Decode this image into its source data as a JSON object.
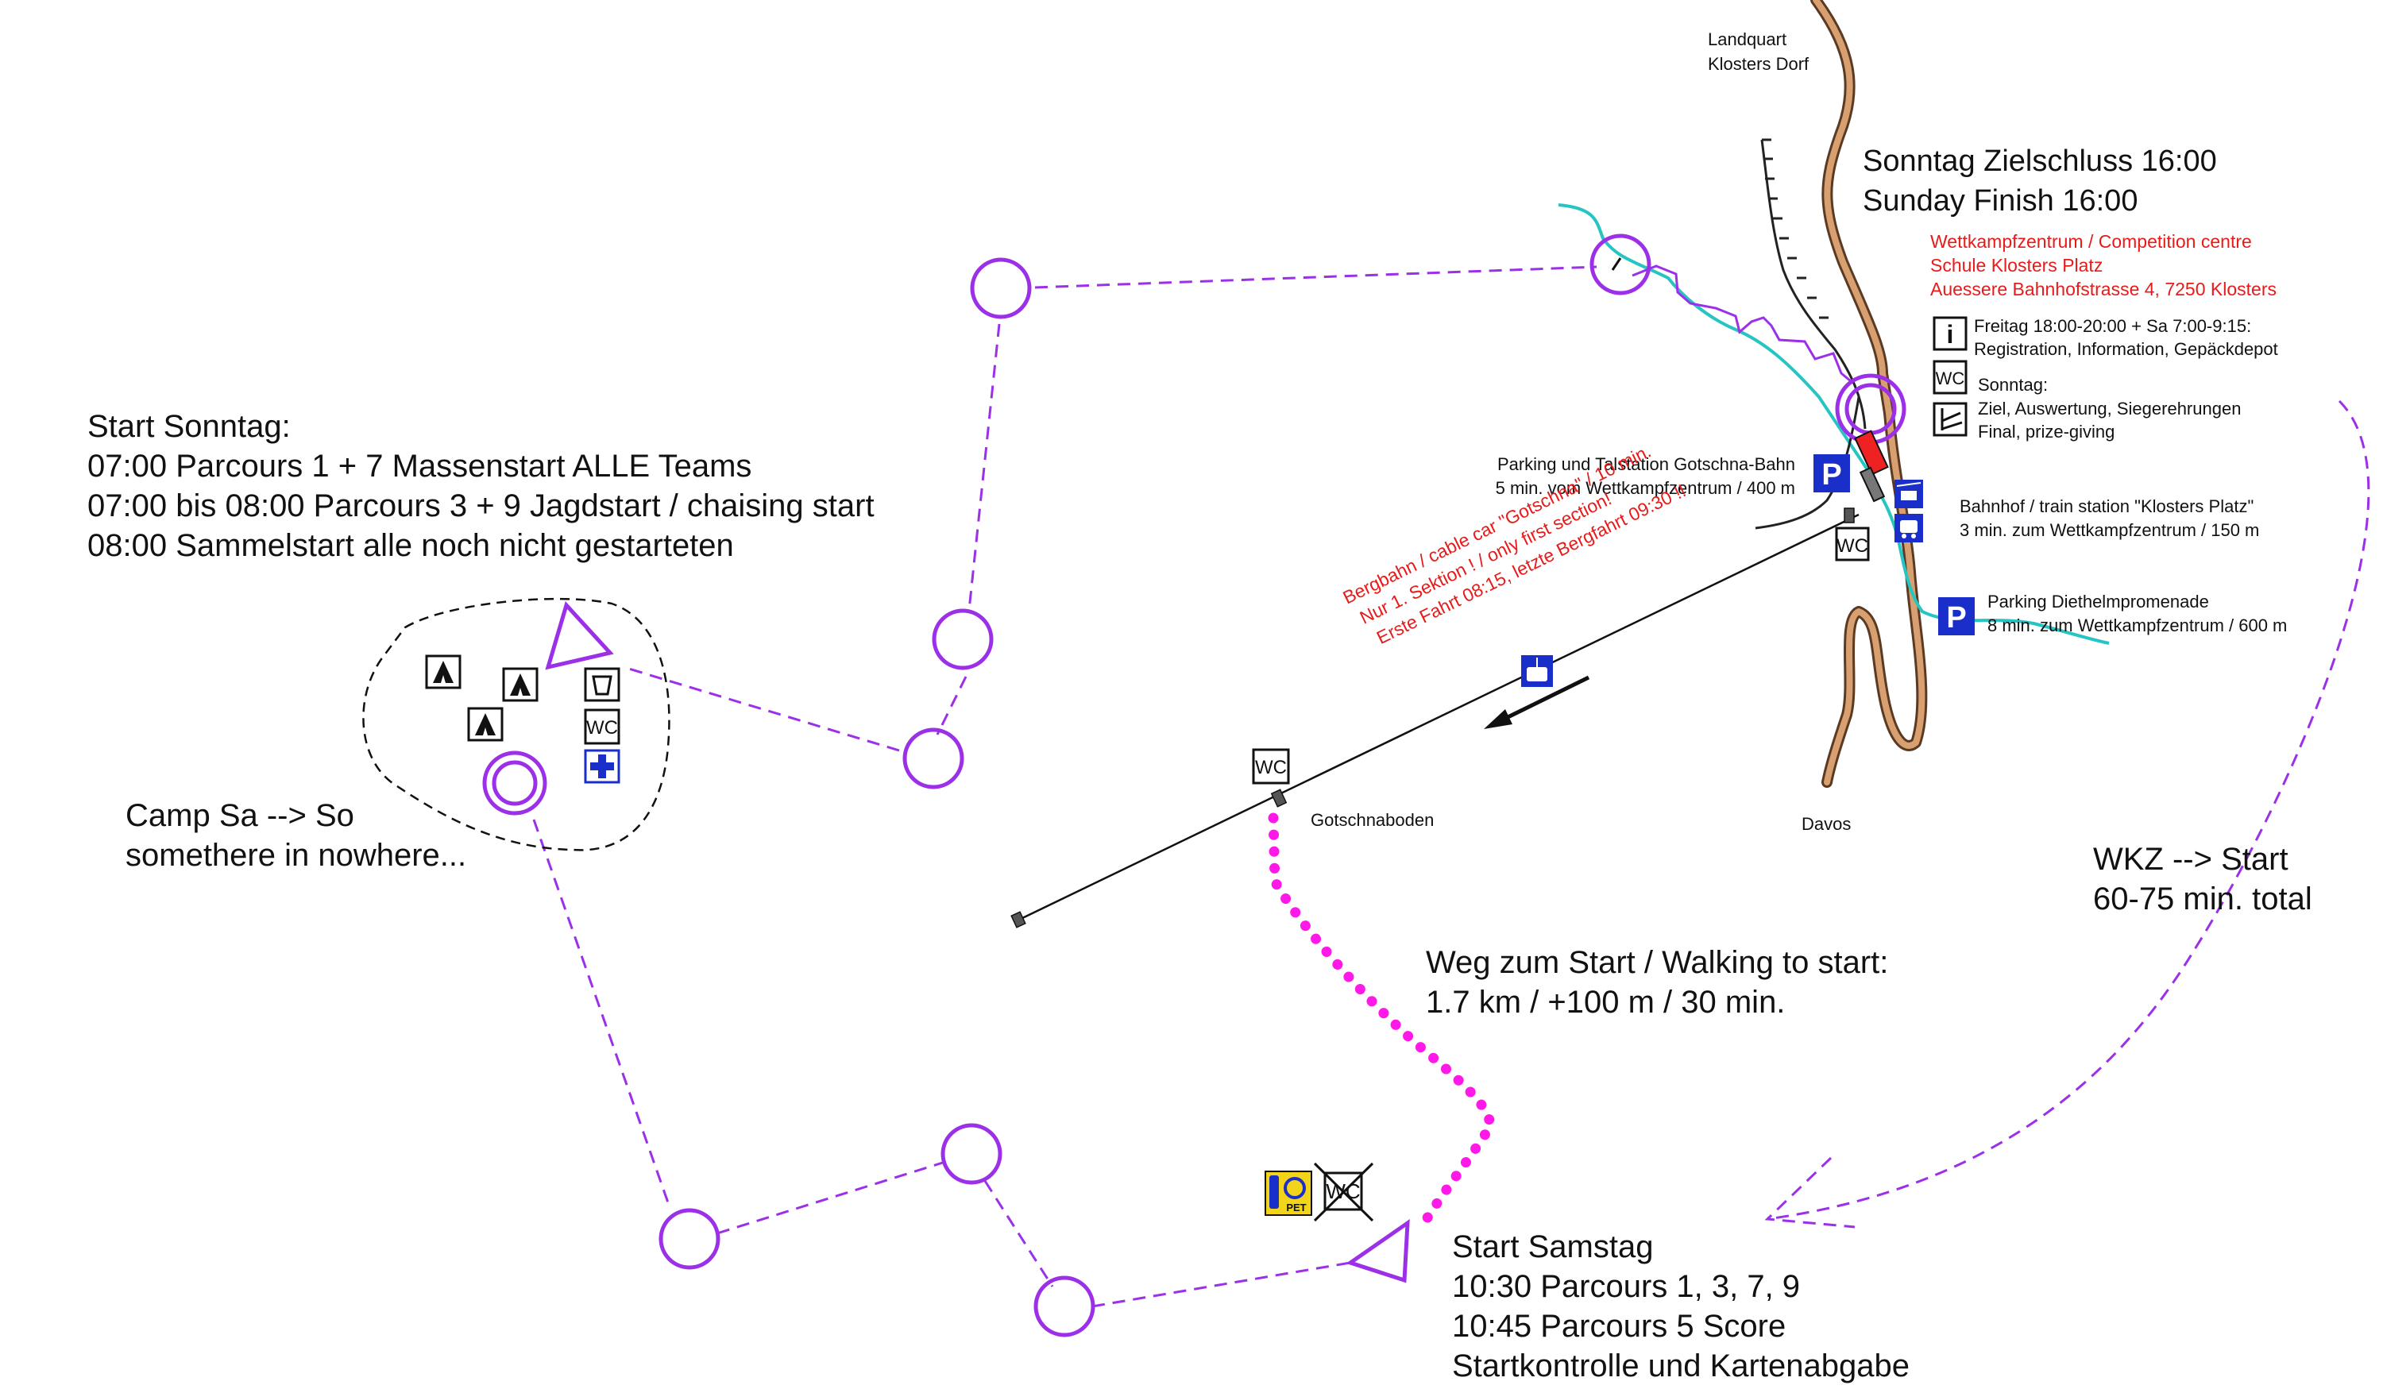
{
  "colors": {
    "course": "#9b30e8",
    "walk_path": "#ff19e8",
    "river": "#27c4c4",
    "road": "#c8875a",
    "notice": "#e81b1b",
    "parking_blue": "#1a2fc9"
  },
  "places": {
    "north": [
      "Landquart",
      "Klosters Dorf"
    ],
    "south": "Davos",
    "gotschnaboden": "Gotschnaboden"
  },
  "finish": {
    "line1": "Sonntag Zielschluss 16:00",
    "line2": "Sunday Finish 16:00"
  },
  "centre": {
    "lines": [
      "Wettkampfzentrum / Competition centre",
      "Schule Klosters Platz",
      "Auessere Bahnhofstrasse 4, 7250 Klosters"
    ]
  },
  "info_block": {
    "friday": [
      "Freitag 18:00-20:00 + Sa 7:00-9:15:",
      "Registration, Information, Gepäckdepot"
    ],
    "sunday": [
      "Sonntag:",
      "Ziel, Auswertung, Siegerehrungen",
      "Final, prize-giving"
    ]
  },
  "parking_gotschna": [
    "Parking und Talstation Gotschna-Bahn",
    "5 min. vom Wettkampfzentrum / 400 m"
  ],
  "station": [
    "Bahnhof / train station \"Klosters Platz\"",
    "3 min. zum Wettkampfzentrum / 150 m"
  ],
  "parking_diethelm": [
    "Parking Diethelmpromenade",
    "8 min. zum Wettkampfzentrum / 600 m"
  ],
  "cable_car": [
    "Bergbahn / cable car \"Gotschna\" / 10 min.",
    "Nur 1. Sektion ! / only first section!",
    "Erste Fahrt 08:15, letzte Bergfahrt 09:30 !!"
  ],
  "start_sunday": [
    "Start Sonntag:",
    "07:00 Parcours 1 + 7 Massenstart ALLE Teams",
    "07:00 bis 08:00 Parcours 3 + 9 Jagdstart / chaising start",
    "08:00 Sammelstart alle noch nicht gestarteten"
  ],
  "camp": [
    "Camp Sa --> So",
    "somethere in nowhere..."
  ],
  "walk": [
    "Weg zum Start / Walking to start:",
    "1.7 km / +100 m / 30 min."
  ],
  "wkz": [
    "WKZ --> Start",
    "60-75 min. total"
  ],
  "start_saturday": [
    "Start Samstag",
    "10:30 Parcours 1, 3, 7, 9",
    "10:45 Parcours 5 Score",
    "Startkontrolle und Kartenabgabe"
  ],
  "icons": {
    "wc": "WC",
    "parking": "P",
    "pet": "PET",
    "info": "i"
  }
}
